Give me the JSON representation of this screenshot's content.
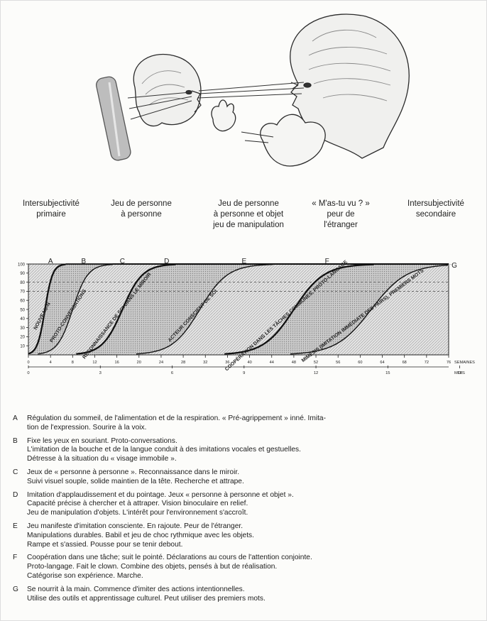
{
  "stages": [
    {
      "label": "Intersubjectivité\nprimaire"
    },
    {
      "label": "Jeu de personne\nà personne"
    },
    {
      "label": "Jeu de personne\nà personne et objet\njeu de manipulation"
    },
    {
      "label": "« M'as-tu vu ? »\npeur de\nl'étranger"
    },
    {
      "label": "Intersubjectivité\nsecondaire"
    }
  ],
  "chart_data": {
    "type": "line",
    "stage_letters": [
      "A",
      "B",
      "C",
      "D",
      "E",
      "F",
      "G"
    ],
    "y_ticks": [
      10,
      20,
      30,
      40,
      50,
      60,
      70,
      80,
      90,
      100
    ],
    "ylim": [
      0,
      100
    ],
    "x_weeks_ticks": [
      0,
      4,
      8,
      12,
      16,
      20,
      24,
      28,
      32,
      36,
      40,
      44,
      48,
      52,
      56,
      60,
      64,
      68,
      72,
      76
    ],
    "x_weeks_label": "SEMAINES",
    "x_months_ticks": [
      0,
      3,
      6,
      9,
      12,
      15,
      18
    ],
    "x_months_label": "MOIS",
    "xlim": [
      0,
      76
    ],
    "series": [
      {
        "name": "NOUVEAU-N",
        "x50": 3,
        "x100": 6
      },
      {
        "name": "PROTO-CONVERSATIONS",
        "x50": 8,
        "x100": 14
      },
      {
        "name": "RECONNAISSANCE DE SOI DANS LE MIROIR",
        "x50": 17,
        "x100": 25
      },
      {
        "name": "ACTEUR CONSCIENT DE SOI",
        "x50": 31,
        "x100": 42
      },
      {
        "name": "COOPÉRATION DANS LES TÂCHES COMMUNES, PROTO-LANGAGE",
        "x50": 48,
        "x100": 60
      },
      {
        "name": "MIMÉSIS (IMITATION IMMÉDIATE DES PAIRS), PREMIERS MOTS",
        "x50": 62,
        "x100": 76
      }
    ]
  },
  "legend": [
    {
      "letter": "A",
      "lines": [
        "Régulation du sommeil, de l'alimentation et de la respiration. « Pré-agrippement » inné. Imita-",
        "tion de l'expression. Sourire à la voix."
      ]
    },
    {
      "letter": "B",
      "lines": [
        "Fixe les yeux en souriant. Proto-conversations.",
        "L'imitation de la bouche et de la langue conduit à des imitations vocales et gestuelles.",
        "Détresse à la situation du « visage immobile »."
      ]
    },
    {
      "letter": "C",
      "lines": [
        "Jeux de « personne à personne ». Reconnaissance dans le miroir.",
        "Suivi visuel souple, solide maintien de la tête. Recherche et attrape."
      ]
    },
    {
      "letter": "D",
      "lines": [
        "Imitation d'applaudissement et du pointage. Jeux « personne à personne et objet ».",
        "Capacité précise à chercher et à attraper. Vision binoculaire en relief.",
        "Jeu de manipulation d'objets. L'intérêt pour l'environnement s'accroît."
      ]
    },
    {
      "letter": "E",
      "lines": [
        "Jeu manifeste d'imitation consciente. En rajoute. Peur de l'étranger.",
        "Manipulations durables. Babil et jeu de choc rythmique avec les objets.",
        "Rampe et s'assied. Pousse pour se tenir debout."
      ]
    },
    {
      "letter": "F",
      "lines": [
        "Coopération dans une tâche; suit le pointé. Déclarations au cours de l'attention conjointe.",
        "Proto-langage. Fait le clown. Combine des objets, pensés à but de réalisation.",
        "Catégorise son expérience. Marche."
      ]
    },
    {
      "letter": "G",
      "lines": [
        "Se nourrit à la main. Commence d'imiter des actions intentionnelles.",
        "Utilise des outils et apprentissage culturel. Peut utiliser des premiers mots."
      ]
    }
  ]
}
